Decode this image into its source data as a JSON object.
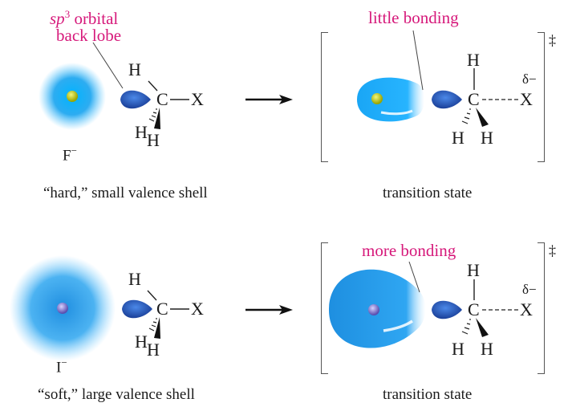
{
  "annotations": {
    "orbital_prefix": "sp",
    "orbital_exp": "3",
    "orbital_suffix": " orbital",
    "orbital_line2": "back lobe",
    "little_bonding": "little bonding",
    "more_bonding": "more bonding"
  },
  "top_row": {
    "ion": "F",
    "ion_charge": "−",
    "caption": "“hard,” small valence shell",
    "ts_caption": "transition state"
  },
  "bottom_row": {
    "ion": "I",
    "ion_charge": "−",
    "caption": "“soft,” large valence shell",
    "ts_caption": "transition state"
  },
  "atoms": {
    "H": "H",
    "C": "C",
    "X": "X",
    "delta": "δ−",
    "dagger": "‡"
  },
  "colors": {
    "orbital_blue": "#1e8fe6",
    "annotation_pink": "#d6187a",
    "nucleus_f": "#c8d400",
    "nucleus_i": "#8a7fd0",
    "lobe_dark": "#1e4fa8"
  }
}
